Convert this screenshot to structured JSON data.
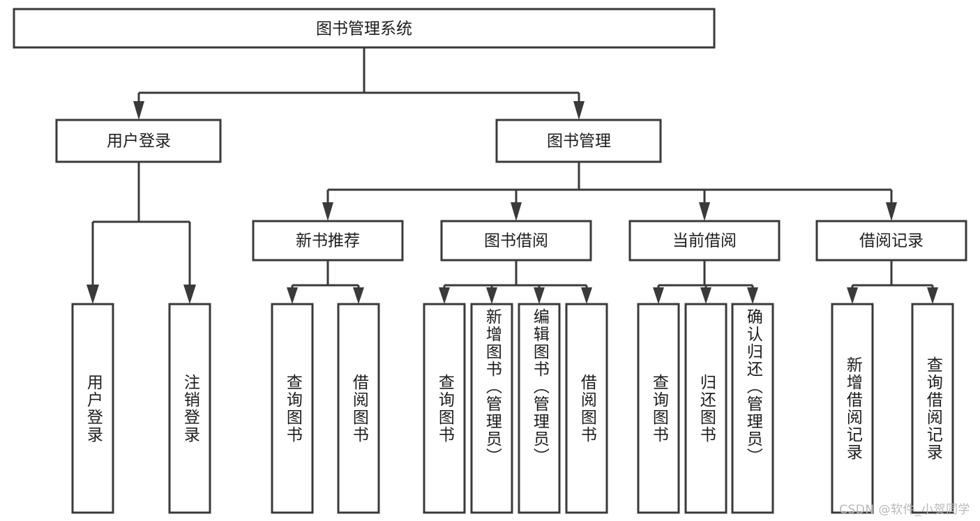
{
  "diagram": {
    "type": "tree-hierarchy-flowchart",
    "title": "图书管理系统",
    "root": {
      "id": "root",
      "label": "图书管理系统",
      "level": 1
    },
    "level2": [
      {
        "id": "user-login",
        "label": "用户登录",
        "level": 2
      },
      {
        "id": "book-management",
        "label": "图书管理",
        "level": 2
      }
    ],
    "level3": [
      {
        "id": "new-book-recommend",
        "label": "新书推荐",
        "level": 3,
        "parent": "book-management"
      },
      {
        "id": "book-borrow",
        "label": "图书借阅",
        "level": 3,
        "parent": "book-management"
      },
      {
        "id": "current-borrow",
        "label": "当前借阅",
        "level": 3,
        "parent": "book-management"
      },
      {
        "id": "borrow-record",
        "label": "借阅记录",
        "level": 3,
        "parent": "book-management"
      }
    ],
    "leaves": [
      {
        "id": "leaf-user-login",
        "label": "用户登录",
        "parent": "user-login"
      },
      {
        "id": "leaf-logout-login",
        "label": "注销登录",
        "parent": "user-login"
      },
      {
        "id": "leaf-query-book-1",
        "label": "查询图书",
        "parent": "new-book-recommend"
      },
      {
        "id": "leaf-borrow-book-1",
        "label": "借阅图书",
        "parent": "new-book-recommend"
      },
      {
        "id": "leaf-query-book-2",
        "label": "查询图书",
        "parent": "book-borrow"
      },
      {
        "id": "leaf-add-book",
        "label": "新增图书（管理员）",
        "parent": "book-borrow"
      },
      {
        "id": "leaf-edit-book",
        "label": "编辑图书（管理员）",
        "parent": "book-borrow"
      },
      {
        "id": "leaf-borrow-book-2",
        "label": "借阅图书",
        "parent": "book-borrow"
      },
      {
        "id": "leaf-query-book-3",
        "label": "查询图书",
        "parent": "current-borrow"
      },
      {
        "id": "leaf-return-book",
        "label": "归还图书",
        "parent": "current-borrow"
      },
      {
        "id": "leaf-confirm-return",
        "label": "确认归还（管理员）",
        "parent": "current-borrow"
      },
      {
        "id": "leaf-add-record",
        "label": "新增借阅记录",
        "parent": "borrow-record"
      },
      {
        "id": "leaf-query-record",
        "label": "查询借阅记录",
        "parent": "borrow-record"
      }
    ]
  },
  "watermark": {
    "text": "CSDN @软件_小贺同学"
  },
  "colors": {
    "background": "#ffffff",
    "node_fill": "#ffffff",
    "node_stroke": "#3a3a3a",
    "text": "#1c1c1c",
    "watermark": "#b8b8b8"
  }
}
